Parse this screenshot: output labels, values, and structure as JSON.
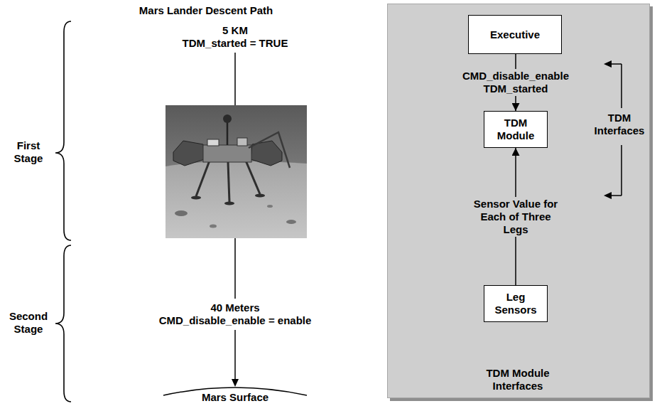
{
  "diagram": {
    "title": "Mars Lander Descent Path",
    "nodes": [
      {
        "text": [
          "TDM Module Interfaces"
        ]
      },
      {
        "text": [
          "Executive"
        ],
        "in": 0
      },
      {
        "text": [
          "TDM Module"
        ],
        "in": 0
      },
      {
        "text": [
          "Leg Sensors"
        ],
        "in": 0
      }
    ],
    "edges": [
      {
        "from": 1,
        "to": 2,
        "label": "CMD_disable_enable TDM_started",
        "arrow": "to"
      },
      {
        "from": 3,
        "to": 2,
        "label": "Sensor Value for Each of Three Legs",
        "arrow": "to"
      }
    ],
    "labels": [
      "5 KM",
      "TDM_started = TRUE",
      "First Stage",
      "40 Meters",
      "CMD_disable_enable = enable",
      "Second Stage",
      "Mars Surface",
      "TDM Interfaces"
    ]
  }
}
